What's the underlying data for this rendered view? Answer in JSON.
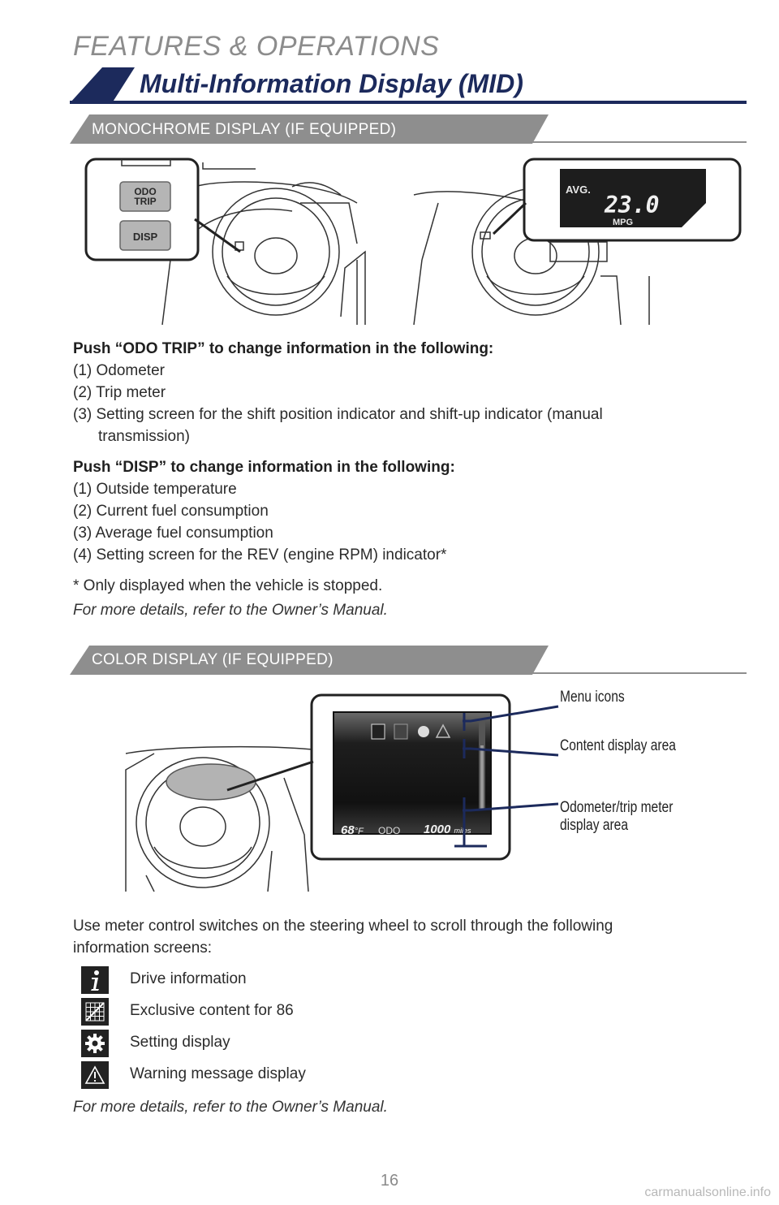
{
  "header": {
    "section": "FEATURES & OPERATIONS",
    "title": "Multi-Information Display (MID)"
  },
  "mono": {
    "label": "MONOCHROME DISPLAY (IF EQUIPPED)",
    "btn_odo_line1": "ODO",
    "btn_odo_line2": "TRIP",
    "btn_disp": "DISP",
    "screen_avg": "AVG.",
    "screen_value": "23.0",
    "screen_unit": "MPG",
    "odo_heading": "Push “ODO TRIP” to change information in the following:",
    "odo_items": [
      "(1) Odometer",
      "(2) Trip meter",
      "(3) Setting screen for the shift position indicator and shift-up indicator (manual",
      "transmission)"
    ],
    "disp_heading": "Push “DISP” to change information in the following:",
    "disp_items": [
      "(1) Outside temperature",
      "(2) Current fuel consumption",
      "(3) Average fuel consumption",
      "(4) Setting screen for the REV (engine RPM) indicator*"
    ],
    "footnote": "* Only displayed when the vehicle is stopped.",
    "more": "For more details, refer to the Owner’s Manual."
  },
  "color": {
    "label": "COLOR DISPLAY (IF EQUIPPED)",
    "callout_menu": "Menu icons",
    "callout_content": "Content display area",
    "callout_odo_1": "Odometer/trip meter",
    "callout_odo_2": "display area",
    "screen_temp": "68",
    "screen_temp_unit": "°F",
    "screen_odo": "ODO",
    "screen_miles": "1000",
    "screen_miles_unit": "miles",
    "intro_1": "Use meter control switches on the steering wheel to scroll through the following",
    "intro_2": "information screens:",
    "legend": [
      {
        "icon": "info-icon",
        "label": "Drive information"
      },
      {
        "icon": "grid-chart-icon",
        "label": "Exclusive content for 86"
      },
      {
        "icon": "gear-icon",
        "label": "Setting display"
      },
      {
        "icon": "warning-icon",
        "label": "Warning message display"
      }
    ],
    "more": "For more details, refer to the Owner’s Manual."
  },
  "footer": {
    "page": "16",
    "watermark": "carmanualsonline.info"
  },
  "colors": {
    "navy": "#1c2a5c",
    "label_gray": "#8e8e8e"
  }
}
